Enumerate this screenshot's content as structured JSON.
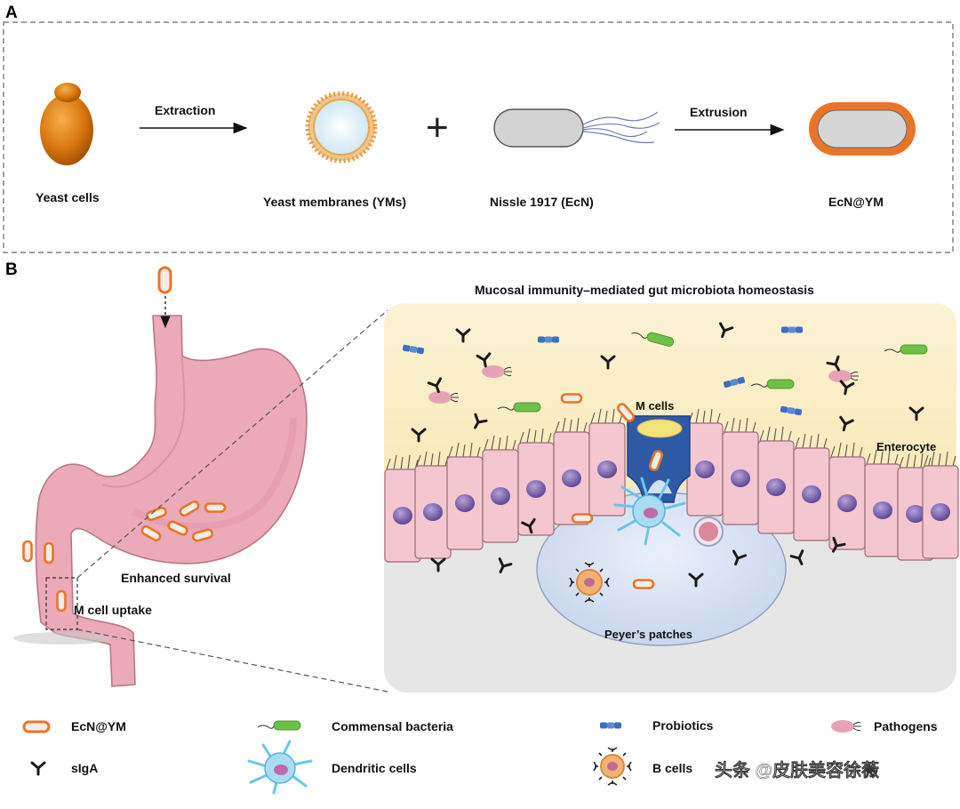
{
  "panel_a": {
    "letter": "A",
    "steps": {
      "extraction": "Extraction",
      "extrusion": "Extrusion",
      "plus": "+"
    },
    "items": {
      "yeast_cells": "Yeast cells",
      "yeast_membranes": "Yeast membranes (YMs)",
      "nissle": "Nissle 1917 (EcN)",
      "ecn_ym": "EcN@YM"
    }
  },
  "panel_b": {
    "letter": "B",
    "title": "Mucosal immunity–mediated gut microbiota homeostasis",
    "labels": {
      "m_cells": "M cells",
      "enterocyte": "Enterocyte",
      "peyers_patches": "Peyer’s patches",
      "enhanced_survival": "Enhanced survival",
      "m_cell_uptake": "M cell uptake"
    }
  },
  "legend": {
    "ecn_ym": "EcN@YM",
    "commensal": "Commensal bacteria",
    "probiotics": "Probiotics",
    "pathogens": "Pathogens",
    "siga": "sIgA",
    "dendritic": "Dendritic cells",
    "b_cells": "B cells"
  },
  "watermark": "头条 @皮肤美容徐薇",
  "colors": {
    "ecn_orange": "#e8752a",
    "stomach_pink": "#ecaab8",
    "lumen_yellow": "#fbefc8",
    "mucosa_gray": "#e6e6e6",
    "patch_blue": "#d7e2f2",
    "enterocyte_pink": "#f4c6d0",
    "nucleus_purple": "#8a72b4",
    "m_cell_blue": "#2f5aa6",
    "commensal_green": "#6ec04a",
    "probiotic_blue": "#3d6fc0"
  }
}
